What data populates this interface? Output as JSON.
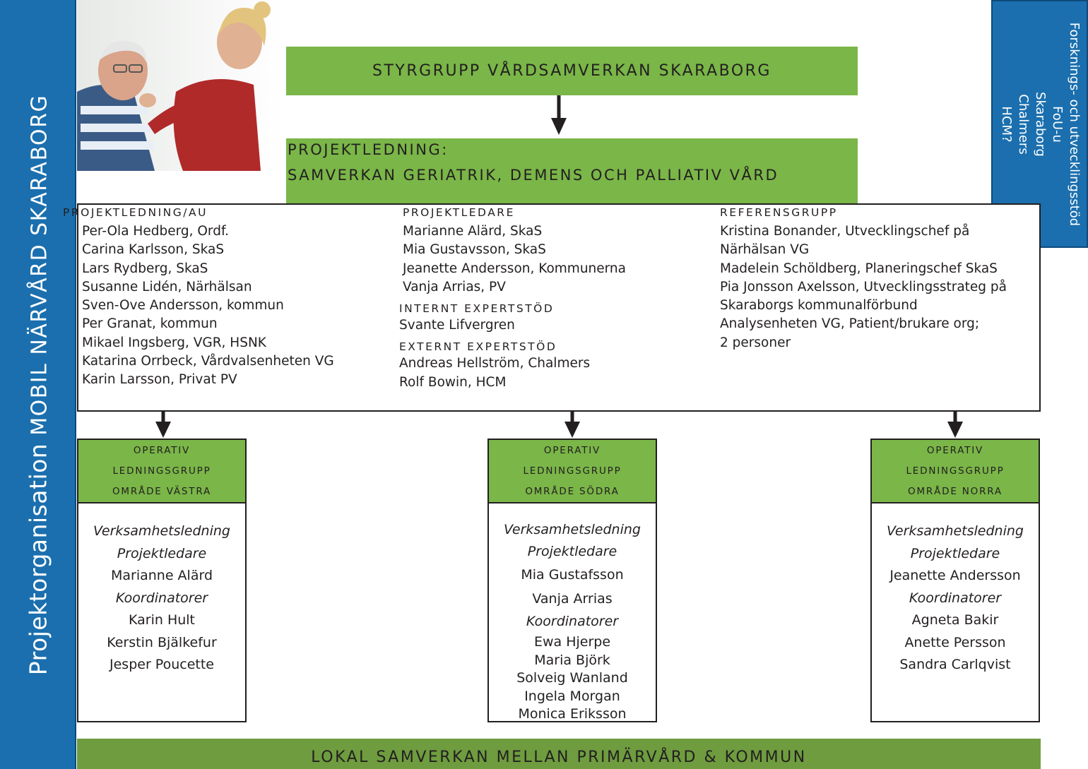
{
  "side_title": {
    "normal": "Projektorganisation",
    "caps": "MOBIL NÄRVÅRD SKARABORG"
  },
  "fou": {
    "lines": [
      "Forsknings- och utvecklingsstöd",
      "FoU-u",
      "Skaraborg",
      "Chalmers",
      "HCM?"
    ]
  },
  "styrgrupp": "STYRGRUPP VÅRDSAMVERKAN SKARABORG",
  "projektledning": {
    "line1": "PROJEKTLEDNING:",
    "line2": "SAMVERKAN GERIATRIK, DEMENS OCH PALLIATIV VÅRD"
  },
  "main": {
    "col1": {
      "header": "PROJEKTLEDNING/AU",
      "items": [
        "Per-Ola Hedberg, Ordf.",
        "Carina Karlsson, SkaS",
        "Lars Rydberg, SkaS",
        "Susanne Lidén, Närhälsan",
        "Sven-Ove Andersson, kommun",
        "Per Granat, kommun",
        "Mikael Ingsberg, VGR, HSNK",
        "Katarina Orrbeck, Vårdvalsenheten VG",
        "Karin Larsson, Privat PV"
      ]
    },
    "col2": {
      "header": "PROJEKTLEDARE",
      "items": [
        "Marianne Alärd, SkaS",
        "Mia Gustavsson, SkaS",
        "Jeanette Andersson, Kommunerna",
        "Vanja Arrias, PV"
      ],
      "internt_header": "INTERNT EXPERTSTÖD",
      "internt_items": [
        "Svante Lifvergren"
      ],
      "externt_header": "EXTERNT EXPERTSTÖD",
      "externt_items": [
        "Andreas Hellström, Chalmers",
        "Rolf Bowin, HCM"
      ]
    },
    "col3": {
      "header": "REFERENSGRUPP",
      "items": [
        "Kristina Bonander, Utvecklingschef på",
        "Närhälsan VG",
        "Madelein Schöldberg, Planeringschef SkaS",
        "Pia Jonsson Axelsson, Utvecklingsstrateg på",
        "Skaraborgs kommunalförbund",
        "Analysenheten VG, Patient/brukare org;",
        "2 personer"
      ]
    }
  },
  "operativ": [
    {
      "head": [
        "OPERATIV",
        "LEDNINGSGRUPP",
        "OMRÅDE VÄSTRA"
      ],
      "lines": [
        {
          "text": "Verksamhetsledning",
          "italic": true
        },
        {
          "text": "Projektledare",
          "italic": true
        },
        {
          "text": "Marianne Alärd",
          "italic": false
        },
        {
          "text": "Koordinatorer",
          "italic": true
        },
        {
          "text": "Karin Hult",
          "italic": false
        },
        {
          "text": "Kerstin Bjälkefur",
          "italic": false
        },
        {
          "text": "Jesper Poucette",
          "italic": false
        }
      ]
    },
    {
      "head": [
        "OPERATIV",
        "LEDNINGSGRUPP",
        "OMRÅDE SÖDRA"
      ],
      "lines": [
        {
          "text": "Verksamhetsledning",
          "italic": true
        },
        {
          "text": "Projektledare",
          "italic": true
        },
        {
          "text": "Mia Gustafsson",
          "italic": false
        },
        {
          "text": "Vanja Arrias",
          "italic": false
        },
        {
          "text": "Koordinatorer",
          "italic": true
        },
        {
          "text": "Ewa Hjerpe",
          "italic": false
        },
        {
          "text": "Maria Björk",
          "italic": false
        },
        {
          "text": "Solveig Wanland",
          "italic": false
        },
        {
          "text": "Ingela Morgan",
          "italic": false
        },
        {
          "text": "Monica Eriksson",
          "italic": false
        }
      ]
    },
    {
      "head": [
        "OPERATIV",
        "LEDNINGSGRUPP",
        "OMRÅDE NORRA"
      ],
      "lines": [
        {
          "text": "Verksamhetsledning",
          "italic": true
        },
        {
          "text": "Projektledare",
          "italic": true
        },
        {
          "text": "Jeanette Andersson",
          "italic": false
        },
        {
          "text": "Koordinatorer",
          "italic": true
        },
        {
          "text": "Agneta Bakir",
          "italic": false
        },
        {
          "text": "Anette Persson",
          "italic": false
        },
        {
          "text": "Sandra Carlqvist",
          "italic": false
        }
      ]
    }
  ],
  "bottom": "LOKAL SAMVERKAN MELLAN PRIMÄRVÅRD & KOMMUN",
  "colors": {
    "blue": "#1b6fae",
    "green": "#7ab648",
    "dark_green": "#6e9c3f"
  }
}
